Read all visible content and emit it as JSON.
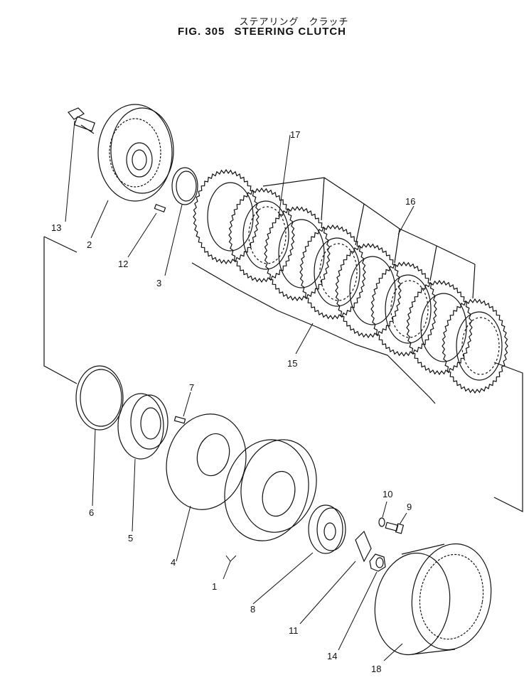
{
  "title": {
    "japanese": "ステアリング　クラッチ",
    "fig": "FIG. 305",
    "name": "STEERING  CLUTCH"
  },
  "callouts": [
    "1",
    "2",
    "3",
    "4",
    "5",
    "6",
    "7",
    "8",
    "9",
    "10",
    "11",
    "12",
    "13",
    "14",
    "15",
    "16",
    "17",
    "18"
  ]
}
